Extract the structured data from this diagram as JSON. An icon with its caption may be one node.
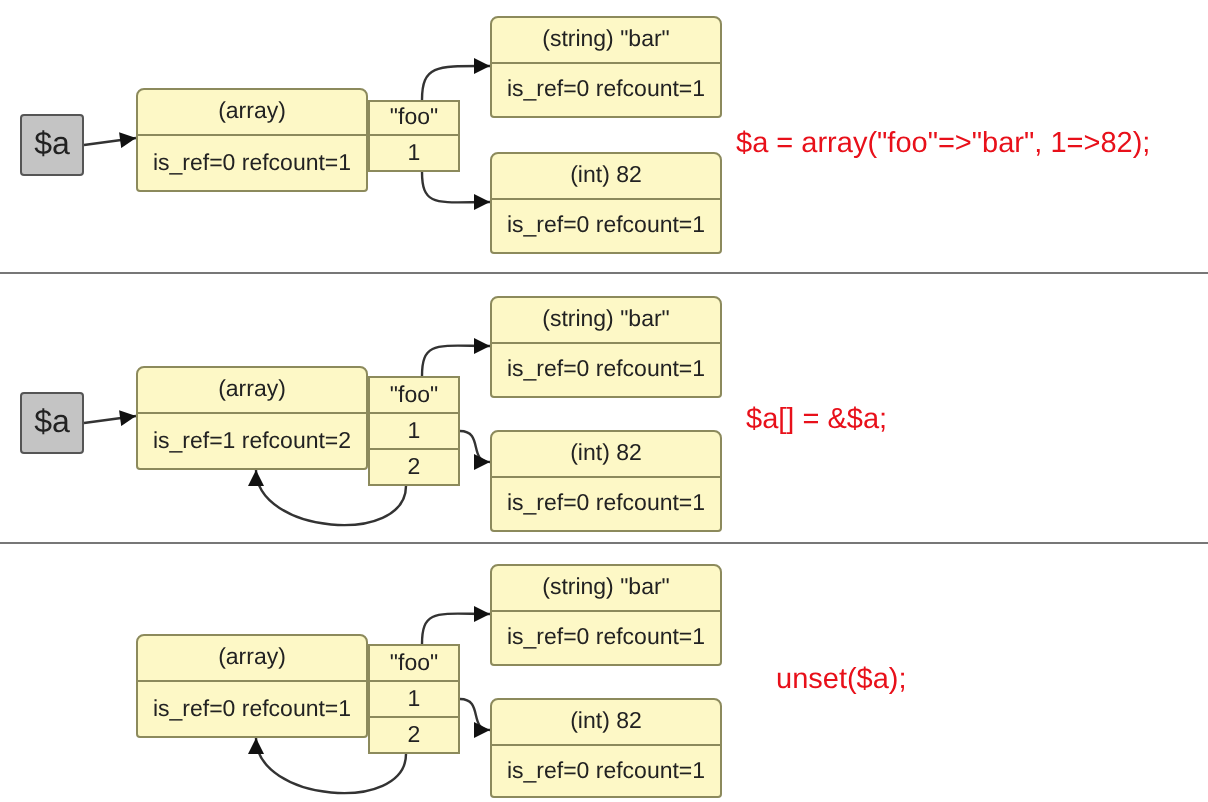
{
  "diagram": {
    "nodes": [
      {
        "text": [
          "$a"
        ]
      },
      {
        "text": [
          "(array)",
          "is_ref=0 refcount=1"
        ]
      },
      {
        "text": [
          "\"foo\""
        ]
      },
      {
        "text": [
          "1"
        ]
      },
      {
        "text": [
          "(string) \"bar\"",
          "is_ref=0 refcount=1"
        ]
      },
      {
        "text": [
          "(int) 82",
          "is_ref=0 refcount=1"
        ]
      },
      {
        "text": [
          "$a"
        ]
      },
      {
        "text": [
          "(array)",
          "is_ref=1 refcount=2"
        ]
      },
      {
        "text": [
          "\"foo\""
        ]
      },
      {
        "text": [
          "1"
        ]
      },
      {
        "text": [
          "2"
        ]
      },
      {
        "text": [
          "(string) \"bar\"",
          "is_ref=0 refcount=1"
        ]
      },
      {
        "text": [
          "(int) 82",
          "is_ref=0 refcount=1"
        ]
      },
      {
        "text": [
          "(array)",
          "is_ref=0 refcount=1"
        ]
      },
      {
        "text": [
          "\"foo\""
        ]
      },
      {
        "text": [
          "1"
        ]
      },
      {
        "text": [
          "2"
        ]
      },
      {
        "text": [
          "(string) \"bar\"",
          "is_ref=0 refcount=1"
        ]
      },
      {
        "text": [
          "(int) 82",
          "is_ref=0 refcount=1"
        ]
      }
    ],
    "edges": [
      {
        "from": 0,
        "to": 1,
        "arrow": "to"
      },
      {
        "from": 2,
        "to": 4,
        "arrow": "to"
      },
      {
        "from": 3,
        "to": 5,
        "arrow": "to"
      },
      {
        "from": 6,
        "to": 7,
        "arrow": "to"
      },
      {
        "from": 8,
        "to": 11,
        "arrow": "to"
      },
      {
        "from": 9,
        "to": 12,
        "arrow": "to"
      },
      {
        "from": 10,
        "to": 7,
        "arrow": "to"
      },
      {
        "from": 14,
        "to": 17,
        "arrow": "to"
      },
      {
        "from": 15,
        "to": 18,
        "arrow": "to"
      },
      {
        "from": 16,
        "to": 13,
        "arrow": "to"
      }
    ],
    "labels": [
      "$a = array(\"foo\"=>\"bar\", 1=>82);",
      "$a[] = &$a;",
      "unset($a);"
    ]
  }
}
